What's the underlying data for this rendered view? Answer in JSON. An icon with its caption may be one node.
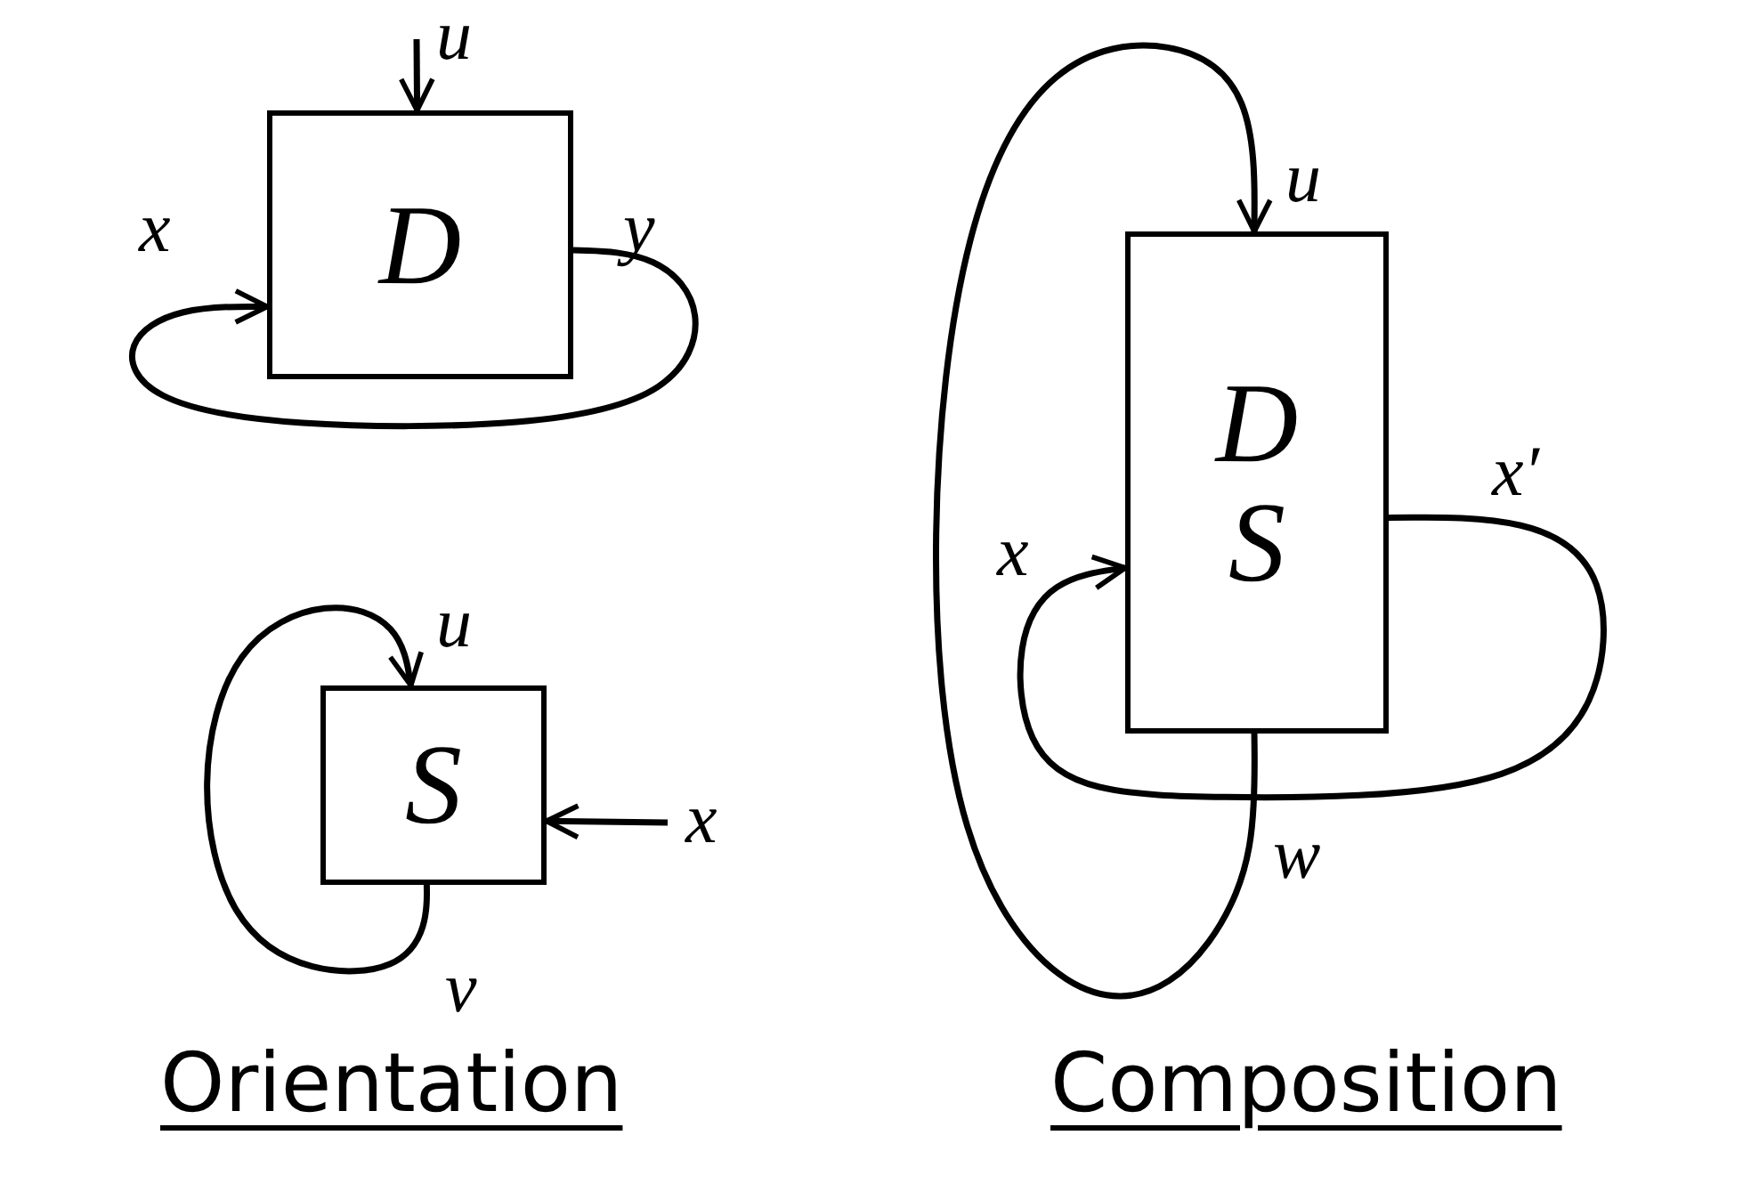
{
  "diagram": {
    "nodes": [
      {
        "text": [
          "D"
        ]
      },
      {
        "text": [
          "S"
        ]
      },
      {
        "text": [
          "D",
          "S"
        ]
      }
    ],
    "edges": [
      {
        "from": null,
        "to": 0,
        "arrow": "to"
      },
      {
        "from": 0,
        "to": 0,
        "arrow": "to"
      },
      {
        "from": 1,
        "to": 1,
        "arrow": "to"
      },
      {
        "from": null,
        "to": 1,
        "arrow": "to"
      },
      {
        "from": 2,
        "to": 2,
        "arrow": "to"
      },
      {
        "from": 2,
        "to": 2,
        "arrow": "to"
      }
    ],
    "labels": [
      "u",
      "x",
      "y",
      "u",
      "x",
      "v",
      "u",
      "x′",
      "x",
      "w",
      "Orientation",
      "Composition"
    ]
  }
}
